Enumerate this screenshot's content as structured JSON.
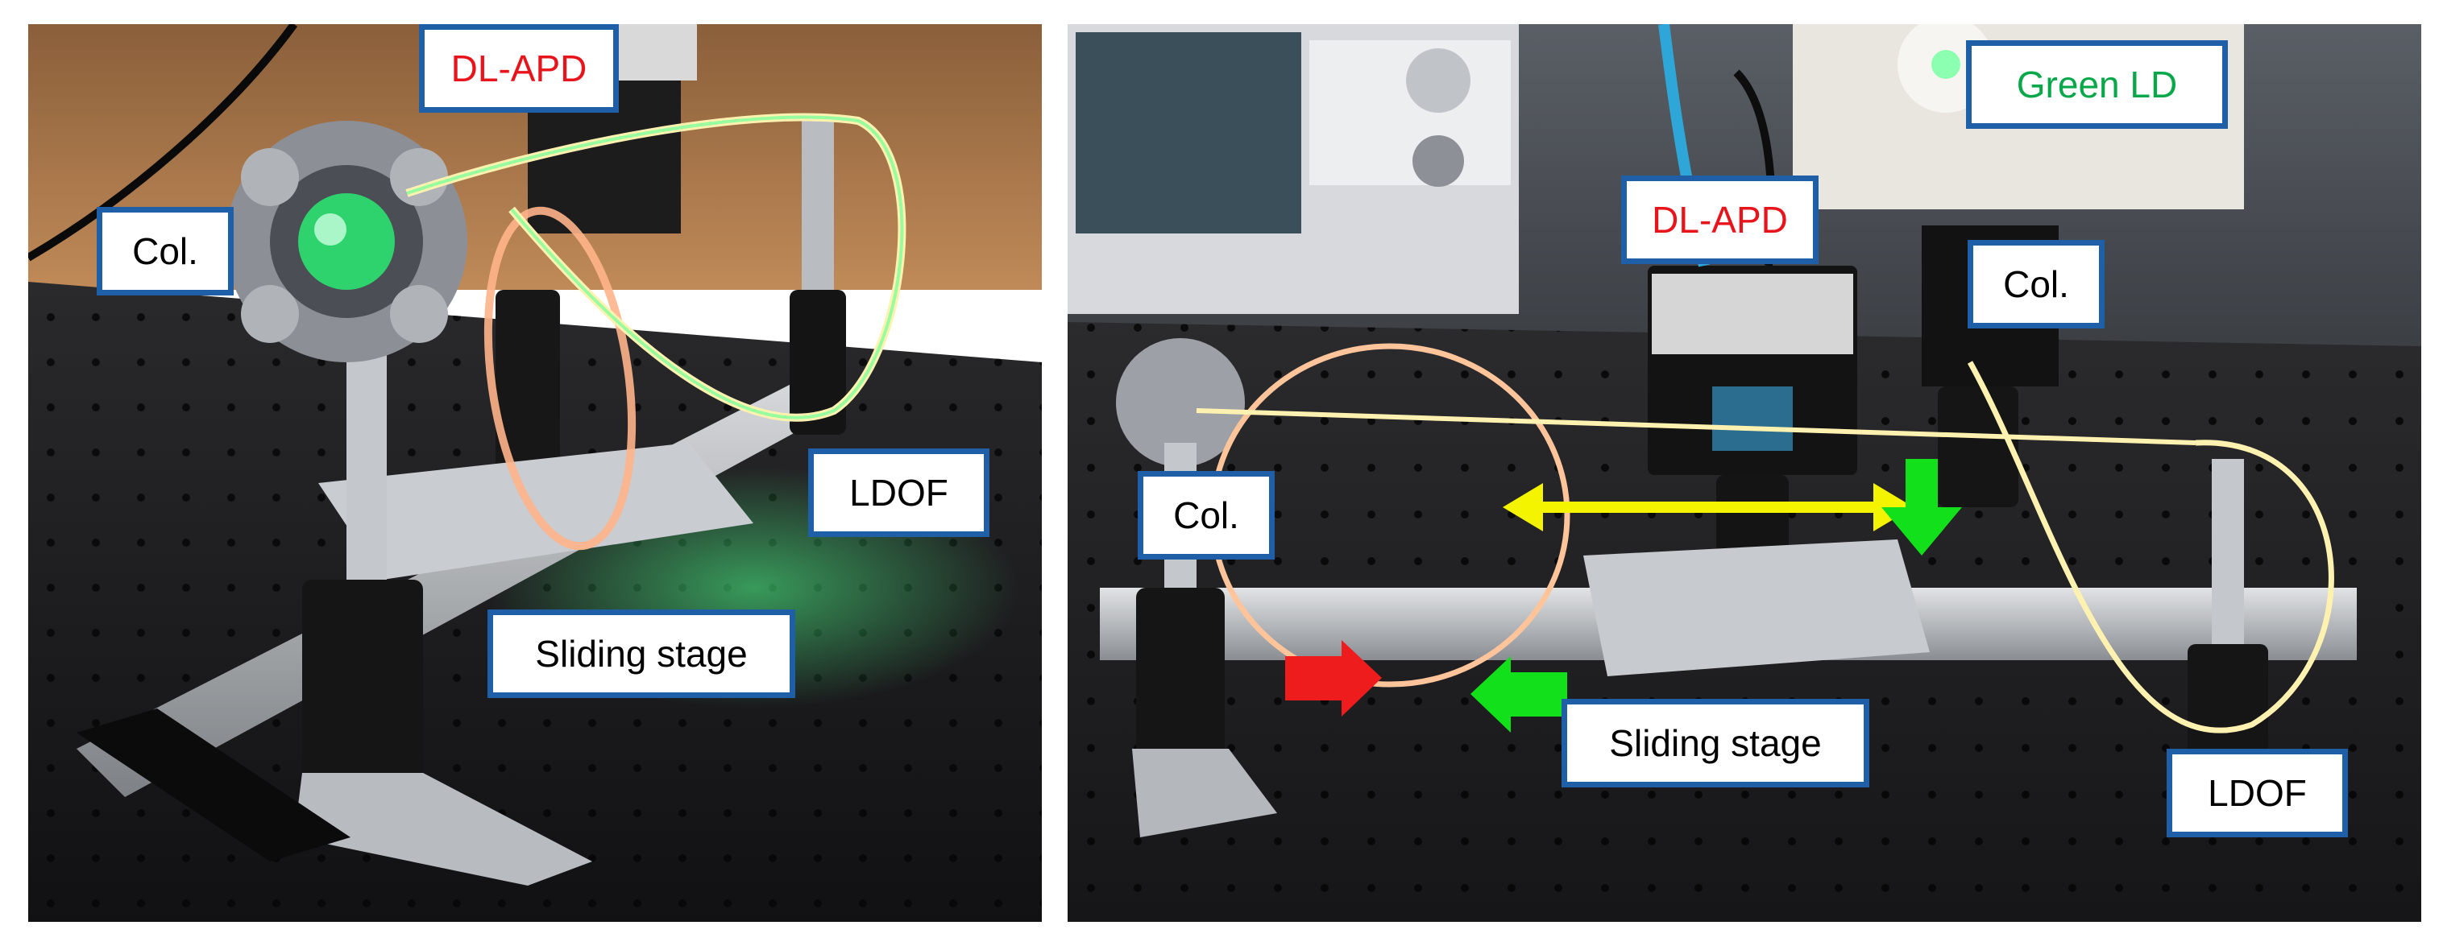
{
  "colors": {
    "label_border": "#1f5fa8",
    "label_text": "#000000",
    "apd_text": "#e8141b",
    "green_ld_text": "#08a84a",
    "fiber_glow": "#fff2b0",
    "red_arrow": "#ee1c1c",
    "green_arrow": "#12e01a",
    "yellow_arrow": "#f4f400"
  },
  "left_photo": {
    "labels": {
      "dl_apd": "DL-APD",
      "collimator": "Col.",
      "ldof": "LDOF",
      "sliding_stage": "Sliding stage"
    },
    "icons": [
      "optical-table",
      "collimator-mount",
      "fiber-loop",
      "post-holder",
      "rail"
    ]
  },
  "right_photo": {
    "labels": {
      "green_ld": "Green LD",
      "dl_apd": "DL-APD",
      "collimator_right": "Col.",
      "collimator_left": "Col.",
      "ldof": "LDOF",
      "sliding_stage": "Sliding stage"
    },
    "arrows": [
      "red-right-arrow",
      "green-left-arrow",
      "yellow-double-arrow",
      "green-down-arrow"
    ],
    "icons": [
      "oscilloscope",
      "apd-detector",
      "optical-table",
      "fiber-loop",
      "rail"
    ]
  }
}
